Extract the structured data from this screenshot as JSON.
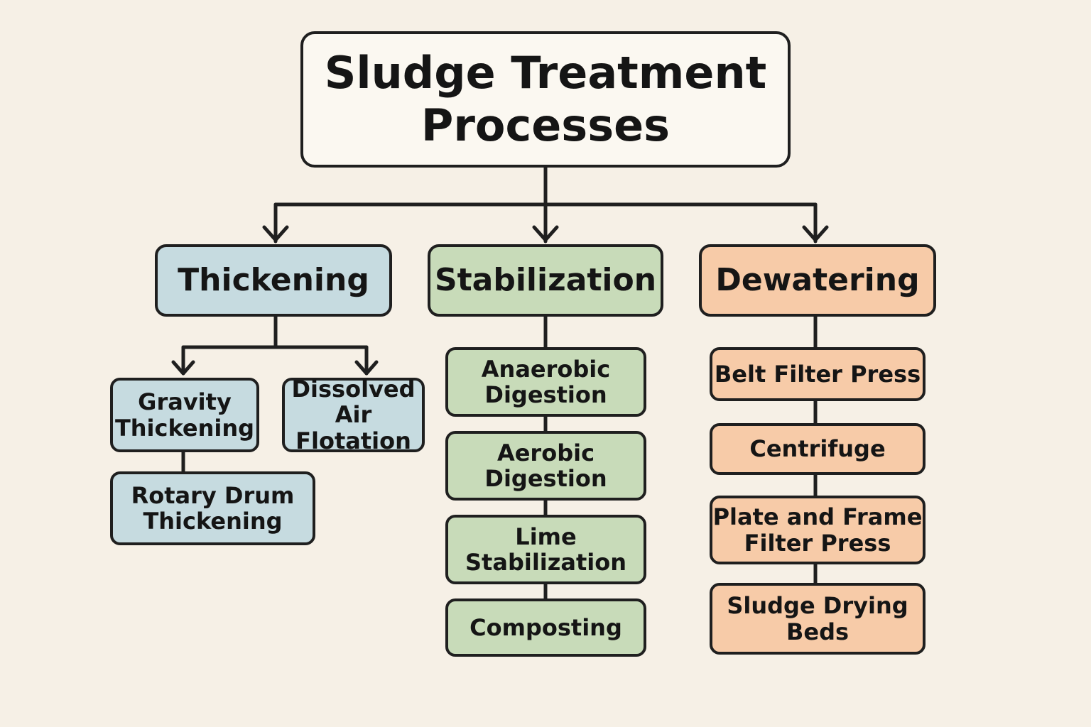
{
  "title": "Sludge Treatment\nProcesses",
  "categories": {
    "thickening": {
      "label": "Thickening",
      "color": "#c6dbe0",
      "items": [
        "Gravity\nThickening",
        "Dissolved\nAir Flotation",
        "Rotary Drum\nThickening"
      ]
    },
    "stabilization": {
      "label": "Stabilization",
      "color": "#c8dbb9",
      "items": [
        "Anaerobic\nDigestion",
        "Aerobic\nDigestion",
        "Lime\nStabilization",
        "Composting"
      ]
    },
    "dewatering": {
      "label": "Dewatering",
      "color": "#f7cba8",
      "items": [
        "Belt Filter Press",
        "Centrifuge",
        "Plate and Frame\nFilter Press",
        "Sludge Drying\nBeds"
      ]
    }
  }
}
